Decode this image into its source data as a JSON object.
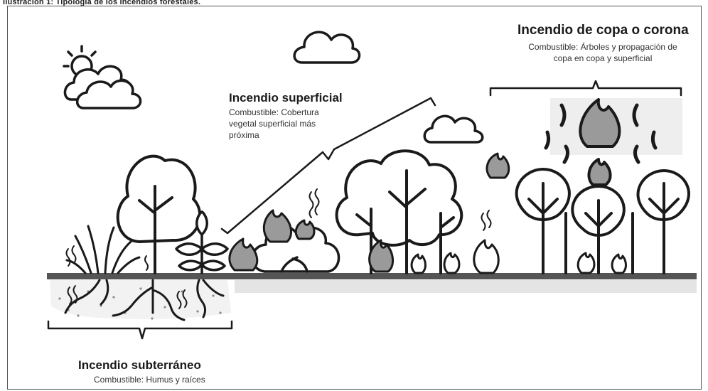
{
  "caption": "Ilustración 1: Tipología de los incendios forestales.",
  "labels": {
    "crown": {
      "title": "Incendio de copa o corona",
      "fuel_line1": "Combustible: Árboles y propagación de",
      "fuel_line2": "copa en copa y superficial"
    },
    "surface": {
      "title": "Incendio superficial",
      "fuel_line1": "Combustible: Cobertura",
      "fuel_line2": "vegetal superficial más",
      "fuel_line3": "próxima"
    },
    "underground": {
      "title": "Incendio subterráneo",
      "fuel": "Combustible: Humus y raíces"
    }
  },
  "colors": {
    "outline": "#1a1a1a",
    "ground": "#555555",
    "flame_fill": "#9a9a9a",
    "soil_dots": "#8a8a8a"
  },
  "icons": [
    "sun-cloud-icon",
    "cloud-icon",
    "tree-icon",
    "flame-icon",
    "grass-icon",
    "shrub-icon",
    "roots-icon",
    "heat-wave-icon"
  ]
}
